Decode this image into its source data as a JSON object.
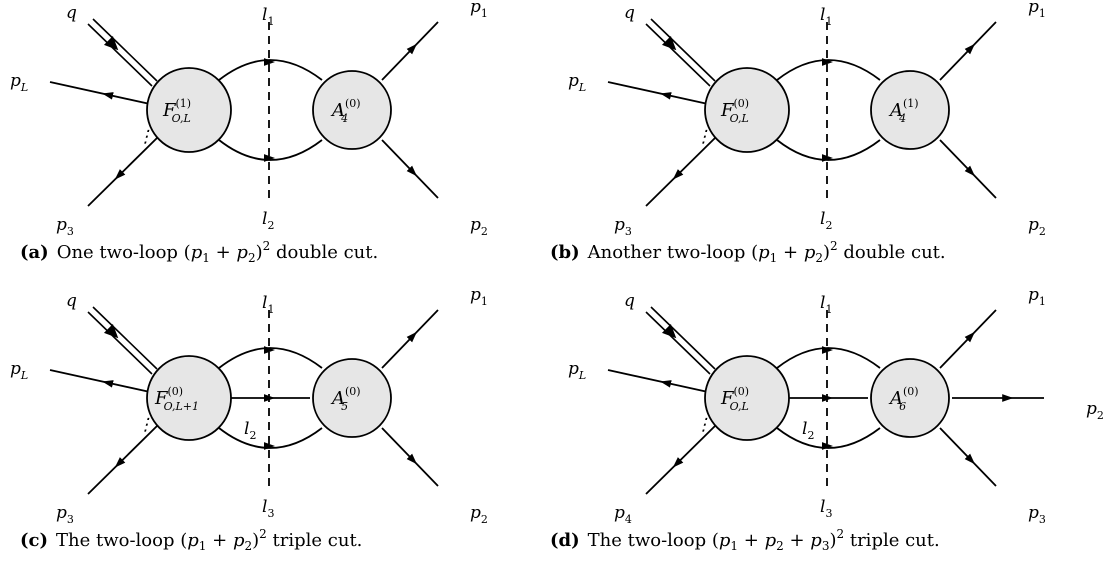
{
  "panels": [
    {
      "id": "a",
      "caption": {
        "tag": "(a)",
        "before": "One two-loop ",
        "math": [
          [
            "(",
            ""
          ],
          [
            "p",
            "i"
          ],
          [
            "1",
            "s"
          ],
          [
            " + ",
            ""
          ],
          [
            "p",
            "i"
          ],
          [
            "2",
            "s"
          ],
          [
            ")",
            ""
          ],
          [
            "2",
            "sup"
          ]
        ],
        "after": " double cut."
      },
      "left_blob": {
        "sym": "F",
        "sub": "O,L",
        "sup": "(1)"
      },
      "right_blob": {
        "sym": "A",
        "sub": "4",
        "sup": "(0)"
      },
      "left_legs": [
        {
          "sym": "q",
          "sub": ""
        },
        {
          "sym": "p",
          "sub": "L"
        },
        {
          "sym": "p",
          "sub": "3"
        }
      ],
      "right_legs": [
        {
          "sym": "p",
          "sub": "1"
        },
        {
          "sym": "p",
          "sub": "2"
        }
      ],
      "internal": [
        {
          "sym": "l",
          "sub": "1"
        },
        {
          "sym": "l",
          "sub": "2"
        }
      ],
      "middle_line": false,
      "right_mid_leg": false
    },
    {
      "id": "b",
      "caption": {
        "tag": "(b)",
        "before": "Another two-loop ",
        "math": [
          [
            "(",
            ""
          ],
          [
            "p",
            "i"
          ],
          [
            "1",
            "s"
          ],
          [
            " + ",
            ""
          ],
          [
            "p",
            "i"
          ],
          [
            "2",
            "s"
          ],
          [
            ")",
            ""
          ],
          [
            "2",
            "sup"
          ]
        ],
        "after": " double cut."
      },
      "left_blob": {
        "sym": "F",
        "sub": "O,L",
        "sup": "(0)"
      },
      "right_blob": {
        "sym": "A",
        "sub": "4",
        "sup": "(1)"
      },
      "left_legs": [
        {
          "sym": "q",
          "sub": ""
        },
        {
          "sym": "p",
          "sub": "L"
        },
        {
          "sym": "p",
          "sub": "3"
        }
      ],
      "right_legs": [
        {
          "sym": "p",
          "sub": "1"
        },
        {
          "sym": "p",
          "sub": "2"
        }
      ],
      "internal": [
        {
          "sym": "l",
          "sub": "1"
        },
        {
          "sym": "l",
          "sub": "2"
        }
      ],
      "middle_line": false,
      "right_mid_leg": false
    },
    {
      "id": "c",
      "caption": {
        "tag": "(c)",
        "before": "The two-loop ",
        "math": [
          [
            "(",
            ""
          ],
          [
            "p",
            "i"
          ],
          [
            "1",
            "s"
          ],
          [
            " + ",
            ""
          ],
          [
            "p",
            "i"
          ],
          [
            "2",
            "s"
          ],
          [
            ")",
            ""
          ],
          [
            "2",
            "sup"
          ]
        ],
        "after": " triple cut."
      },
      "left_blob": {
        "sym": "F",
        "sub": "O,L+1",
        "sup": "(0)"
      },
      "right_blob": {
        "sym": "A",
        "sub": "5",
        "sup": "(0)"
      },
      "left_legs": [
        {
          "sym": "q",
          "sub": ""
        },
        {
          "sym": "p",
          "sub": "L"
        },
        {
          "sym": "p",
          "sub": "3"
        }
      ],
      "right_legs": [
        {
          "sym": "p",
          "sub": "1"
        },
        {
          "sym": "p",
          "sub": "2"
        }
      ],
      "internal": [
        {
          "sym": "l",
          "sub": "1"
        },
        {
          "sym": "l",
          "sub": "3"
        },
        {
          "sym": "l",
          "sub": "2"
        }
      ],
      "middle_line": true,
      "right_mid_leg": false
    },
    {
      "id": "d",
      "caption": {
        "tag": "(d)",
        "before": "The two-loop ",
        "math": [
          [
            "(",
            ""
          ],
          [
            "p",
            "i"
          ],
          [
            "1",
            "s"
          ],
          [
            " + ",
            ""
          ],
          [
            "p",
            "i"
          ],
          [
            "2",
            "s"
          ],
          [
            " + ",
            ""
          ],
          [
            "p",
            "i"
          ],
          [
            "3",
            "s"
          ],
          [
            ")",
            ""
          ],
          [
            "2",
            "sup"
          ]
        ],
        "after": " triple cut."
      },
      "left_blob": {
        "sym": "F",
        "sub": "O,L",
        "sup": "(0)"
      },
      "right_blob": {
        "sym": "A",
        "sub": "6",
        "sup": "(0)"
      },
      "left_legs": [
        {
          "sym": "q",
          "sub": ""
        },
        {
          "sym": "p",
          "sub": "L"
        },
        {
          "sym": "p",
          "sub": "4"
        }
      ],
      "right_legs": [
        {
          "sym": "p",
          "sub": "1"
        },
        {
          "sym": "p",
          "sub": "3"
        },
        {
          "sym": "p",
          "sub": "2"
        }
      ],
      "internal": [
        {
          "sym": "l",
          "sub": "1"
        },
        {
          "sym": "l",
          "sub": "3"
        },
        {
          "sym": "l",
          "sub": "2"
        }
      ],
      "middle_line": true,
      "right_mid_leg": true
    }
  ],
  "colors": {
    "blob_fill": "#e6e6e6",
    "line": "#000000",
    "background": "#ffffff"
  },
  "ellipsis": "⋮"
}
